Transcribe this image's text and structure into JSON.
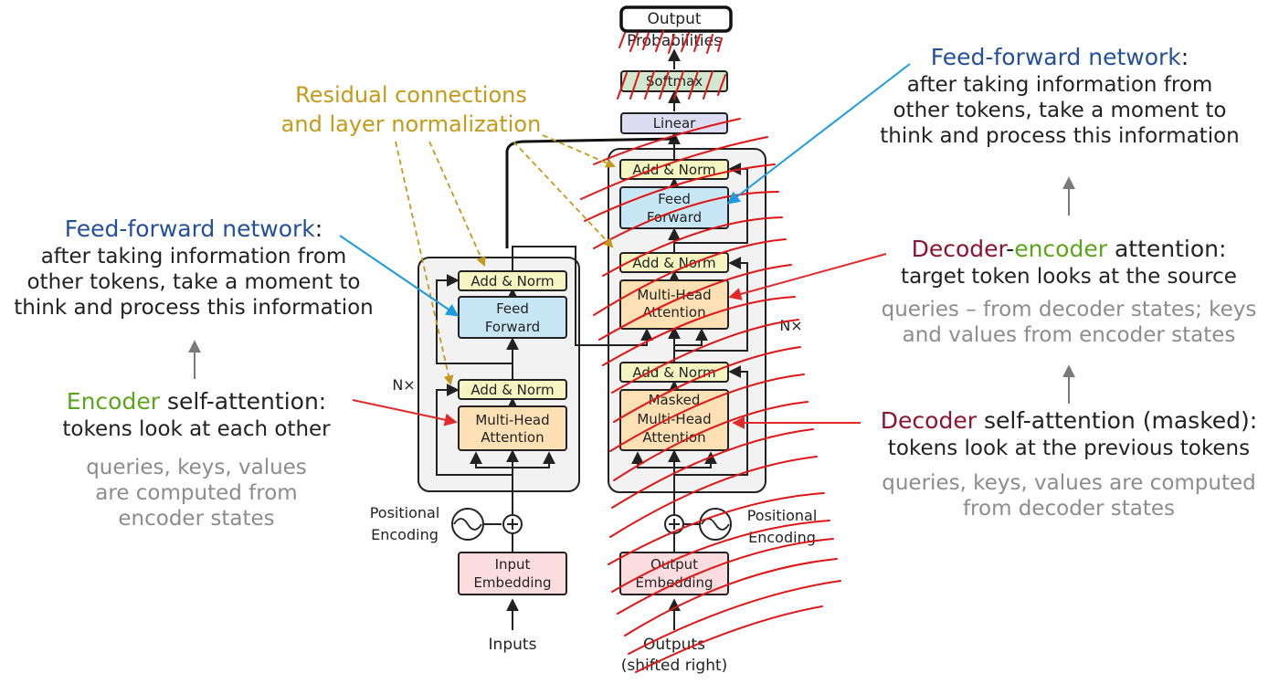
{
  "diagram": {
    "output_probabilities": [
      "Output",
      "Probabilities"
    ],
    "softmax": "Softmax",
    "linear": "Linear",
    "add_norm": "Add & Norm",
    "feed_forward": [
      "Feed",
      "Forward"
    ],
    "multi_head_attention": [
      "Multi-Head",
      "Attention"
    ],
    "masked_multi_head_attention": [
      "Masked",
      "Multi-Head",
      "Attention"
    ],
    "positional_encoding": [
      "Positional",
      "Encoding"
    ],
    "input_embedding": [
      "Input",
      "Embedding"
    ],
    "output_embedding": [
      "Output",
      "Embedding"
    ],
    "inputs": "Inputs",
    "outputs": [
      "Outputs",
      "(shifted right)"
    ],
    "nx": "N×"
  },
  "annotations": {
    "residual": [
      "Residual connections",
      "and layer normalization"
    ],
    "ffn_left": {
      "title": "Feed-forward network",
      "colon": ":",
      "lines": [
        "after taking information from",
        "other tokens, take a moment to",
        "think and process this information"
      ]
    },
    "ffn_right": {
      "title": "Feed-forward network",
      "colon": ":",
      "lines": [
        "after taking information from",
        "other tokens, take a moment to",
        "think and process this information"
      ]
    },
    "encoder_self": {
      "word": "Encoder",
      "rest": " self-attention:",
      "line": "tokens look at each other",
      "grey": [
        "queries, keys, values",
        "are computed from",
        "encoder states"
      ]
    },
    "dec_enc": {
      "word1": "Decoder",
      "dash": "-",
      "word2": "encoder",
      "rest": " attention:",
      "line": "target token looks at the source",
      "grey": [
        "queries – from decoder states; keys",
        "and values from encoder states"
      ]
    },
    "dec_self": {
      "word": "Decoder",
      "rest": " self-attention (masked):",
      "line": "tokens look at the previous tokens",
      "grey": [
        "queries, keys, values are computed",
        "from decoder states"
      ]
    }
  },
  "colors": {
    "feed_forward_fill": "#c7e7f6",
    "attention_fill": "#fde0b4",
    "add_norm_fill": "#f5f5c2",
    "embedding_fill": "#fbdde0",
    "softmax_fill": "#cfe9d0",
    "linear_fill": "#dcdcf3",
    "block_fill": "#f2f2f2",
    "red_arrow": "#e22a2a",
    "blue_arrow": "#1b9be0",
    "gold_dashed": "#c49a1a",
    "scribble": "#e01515"
  }
}
